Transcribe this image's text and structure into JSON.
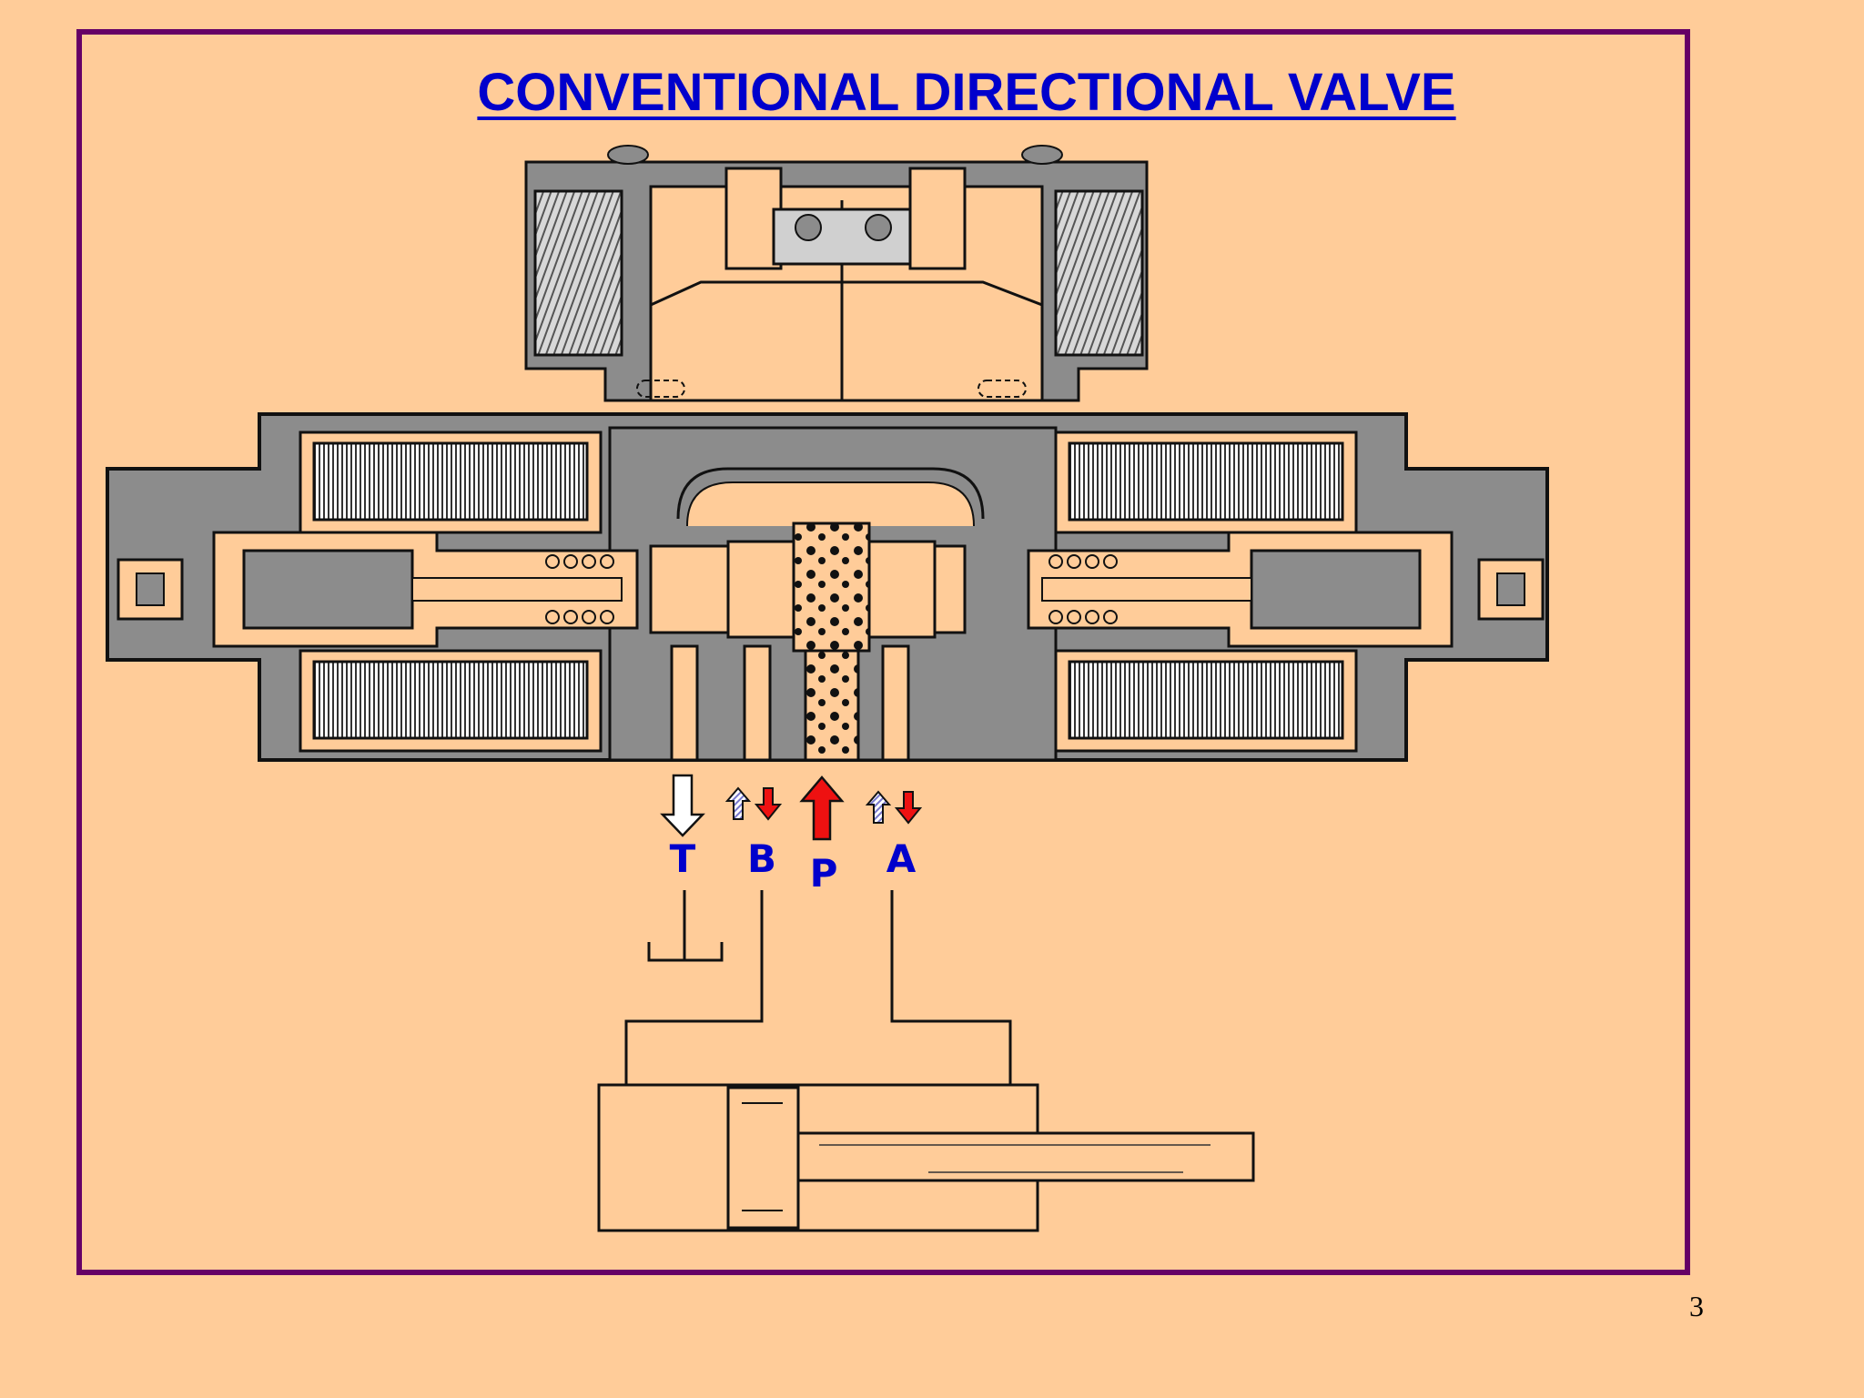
{
  "title": "CONVENTIONAL DIRECTIONAL VALVE",
  "ports": {
    "tank": "T",
    "port_b": "B",
    "pressure": "P",
    "port_a": "A"
  },
  "page_number": "3",
  "colors": {
    "background": "#FFCC99",
    "frame": "#660066",
    "title": "#0000CC",
    "labels": "#0000CC",
    "flow_arrow": "#EE1111",
    "valve_body": "#8C8C8C"
  }
}
